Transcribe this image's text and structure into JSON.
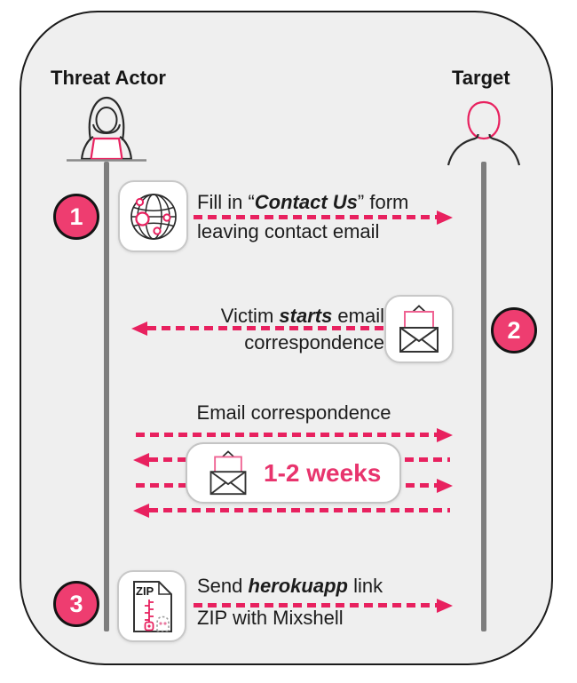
{
  "colors": {
    "accent_pink": "#ee3d70",
    "arrow_pink": "#e8215f",
    "panel_background": "#efefef",
    "lifeline_gray": "#7d7d7d",
    "text_dark": "#1c1c1c"
  },
  "actors": {
    "threat_actor": {
      "label": "Threat Actor",
      "icon": "hooded-hacker-icon"
    },
    "target": {
      "label": "Target",
      "icon": "person-icon"
    }
  },
  "steps": [
    {
      "number": "1",
      "icon": "globe-icon",
      "direction": "right",
      "text_prefix": "Fill in “",
      "text_emphasis": "Contact Us",
      "text_suffix": "” form",
      "text_line2": "leaving contact email"
    },
    {
      "number": "2",
      "icon": "open-envelope-icon",
      "direction": "left",
      "text_prefix": "Victim ",
      "text_emphasis": "starts",
      "text_suffix": " email",
      "text_line2": "correspondence"
    },
    {
      "number": "3",
      "icon": "zip-file-icon",
      "direction": "right",
      "text_prefix": "Send ",
      "text_emphasis": "herokuapp",
      "text_suffix": " link",
      "text_line2": "ZIP with Mixshell"
    }
  ],
  "correspondence": {
    "title": "Email correspondence",
    "duration_label": "1-2 weeks",
    "icon": "open-envelope-icon",
    "arrows": [
      "right",
      "left",
      "right",
      "left"
    ]
  },
  "zip_icon": {
    "label": "ZIP"
  }
}
